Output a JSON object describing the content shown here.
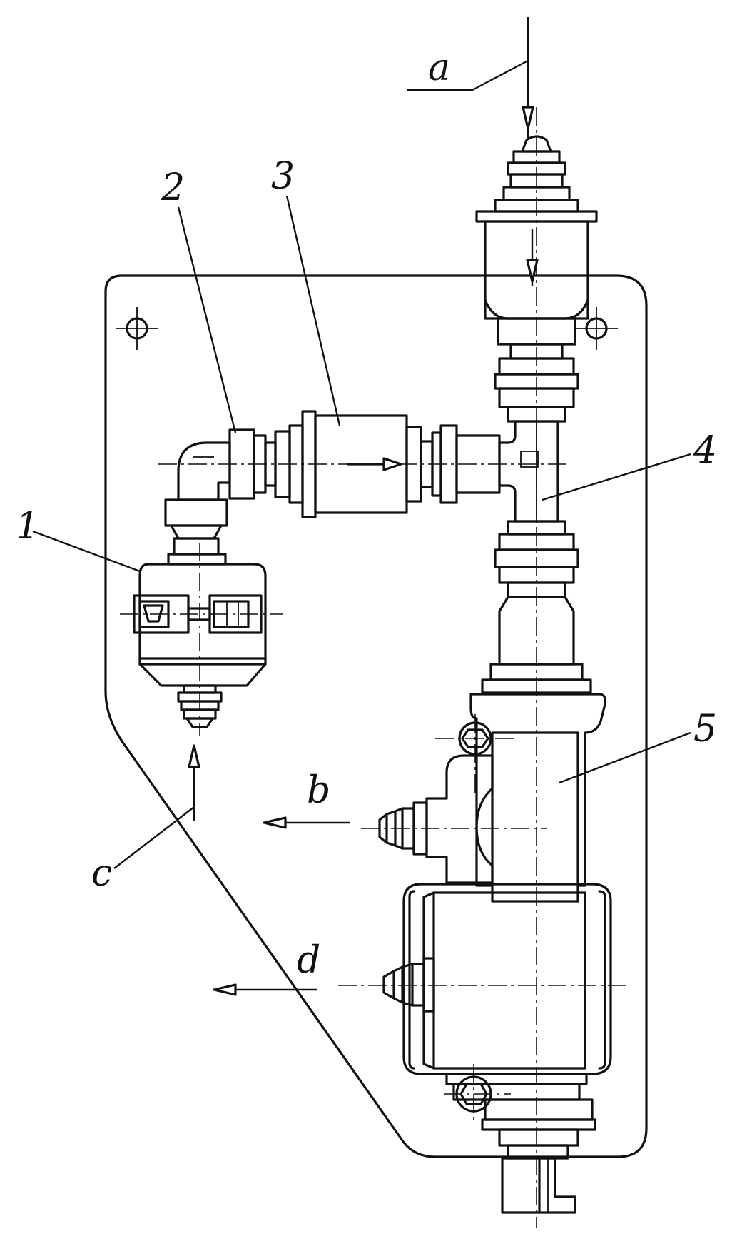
{
  "labels": {
    "part_1": "1",
    "part_2": "2",
    "part_3": "3",
    "part_4": "4",
    "part_5": "5",
    "flow_a": "a",
    "flow_b": "b",
    "flow_c": "c",
    "flow_d": "d"
  },
  "colors": {
    "ink": "#111111",
    "paper": "#ffffff"
  }
}
